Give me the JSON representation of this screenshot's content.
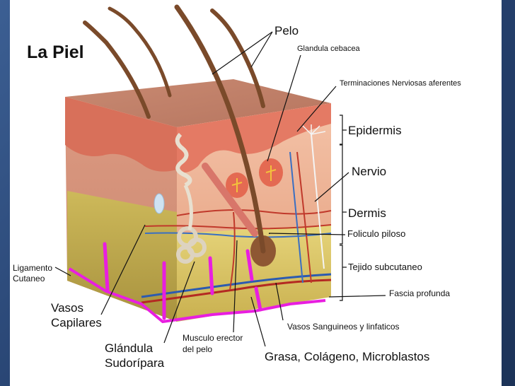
{
  "title": "La Piel",
  "labels": {
    "pelo": "Pelo",
    "glandula_cebacea": "Glandula cebacea",
    "terminaciones": "Terminaciones Nerviosas aferentes",
    "epidermis": "Epidermis",
    "nervio": "Nervio",
    "dermis": "Dermis",
    "foliculo": "Foliculo piloso",
    "tejido": "Tejido subcutaneo",
    "fascia": "Fascia profunda",
    "ligamento_1": "Ligamento",
    "ligamento_2": "Cutaneo",
    "vasos_capilares_1": "Vasos",
    "vasos_capilares_2": "Capilares",
    "glandula_sudoripara_1": "Glándula",
    "glandula_sudoripara_2": "Sudorípara",
    "musculo_1": "Musculo erector",
    "musculo_2": "del pelo",
    "vasos_sanguineos": "Vasos Sanguineos y linfaticos",
    "grasa": "Grasa, Colágeno, Microblastos"
  },
  "colors": {
    "epidermis": "#e8876f",
    "dermis": "#f0b79d",
    "subcutaneo": "#d9c66a",
    "hair": "#7a4a2a",
    "highlight": "#e81ee0",
    "frame": "#2d4a7a"
  }
}
